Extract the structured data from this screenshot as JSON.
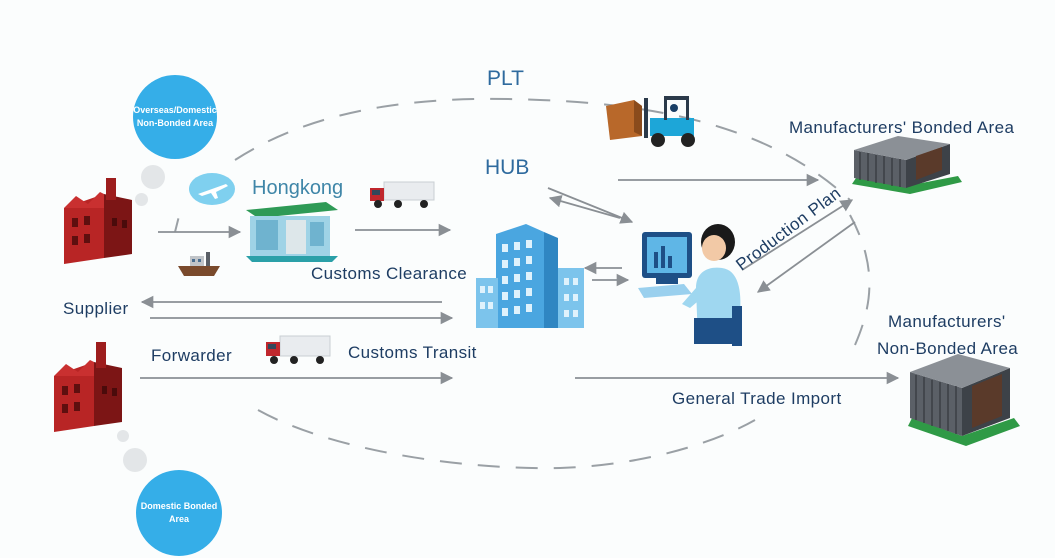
{
  "diagram": {
    "labels": {
      "plt": "PLT",
      "hub": "HUB",
      "hongkong": "Hongkong",
      "customs_clearance": "Customs Clearance",
      "supplier": "Supplier",
      "forwarder": "Forwarder",
      "customs_transit": "Customs Transit",
      "general_trade_import": "General Trade Import",
      "production_plan": "Production Plan",
      "manufacturers_bonded_area": "Manufacturers' Bonded Area",
      "manufacturers_non_bonded_line1": "Manufacturers'",
      "manufacturers_non_bonded_line2": "Non-Bonded Area"
    },
    "bubbles": {
      "overseas_line1": "Overseas/Domestic",
      "overseas_line2": "Non-Bonded Area",
      "domestic_line1": "Domestic Bonded",
      "domestic_line2": "Area"
    },
    "colors": {
      "bubble": "#35aee8",
      "arrow": "#8a8f94",
      "factory_red": "#b82525",
      "building_blue": "#4aa6e0",
      "warehouse_grey": "#4b4f55"
    },
    "icons": [
      "factory-icon",
      "airplane-icon",
      "ship-icon",
      "customs-office-icon",
      "truck-icon",
      "forklift-icon",
      "office-building-icon",
      "operator-computer-icon",
      "warehouse-icon"
    ]
  }
}
